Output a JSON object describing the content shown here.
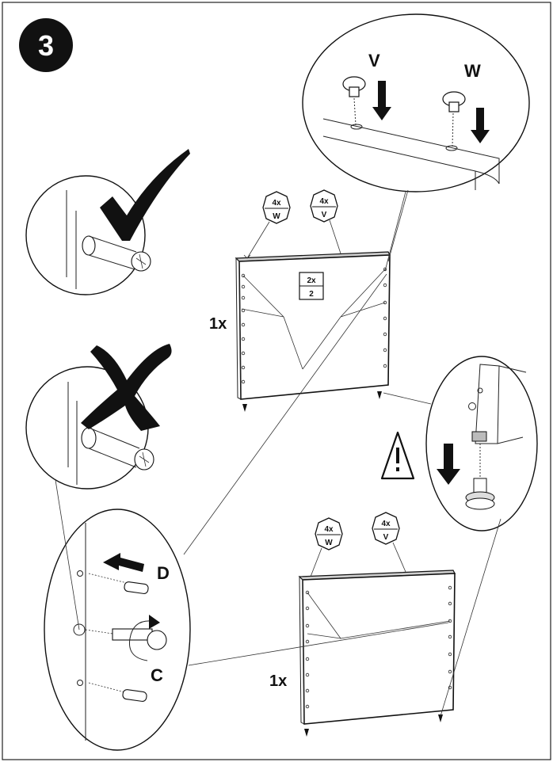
{
  "step": {
    "number": "3"
  },
  "top_panel": {
    "quantity": "1x",
    "badge_w": {
      "qty": "4x",
      "part": "W"
    },
    "badge_v": {
      "qty": "4x",
      "part": "V"
    },
    "box_part": {
      "qty": "2x",
      "part": "2"
    }
  },
  "bottom_panel": {
    "quantity": "1x",
    "badge_w": {
      "qty": "4x",
      "part": "W"
    },
    "badge_v": {
      "qty": "4x",
      "part": "V"
    }
  },
  "detail_top": {
    "label_v": "V",
    "label_w": "W"
  },
  "detail_bottom_left": {
    "label_d": "D",
    "label_c": "C"
  },
  "icons": {
    "correct": "check-mark-icon",
    "wrong": "cross-mark-icon",
    "warning": "warning-triangle-icon",
    "arrows": "arrow-down-icon"
  }
}
